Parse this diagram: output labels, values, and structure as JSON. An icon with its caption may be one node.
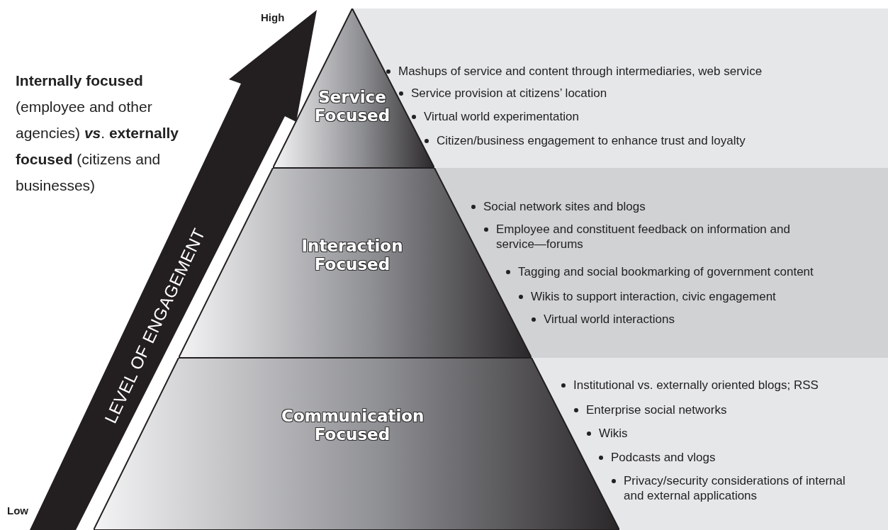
{
  "diagram": {
    "nodes": [
      {
        "text": [
          "Service Focused"
        ]
      },
      {
        "text": [
          "Mashups of service and content through intermediaries, web service",
          "Service provision at citizens’ location",
          "Virtual world experimentation",
          "Citizen/business engagement to enhance trust and loyalty"
        ]
      },
      {
        "text": [
          "Interaction Focused"
        ]
      },
      {
        "text": [
          "Social network sites and blogs",
          "Employee and constituent feedback on information and service—forums",
          "Tagging and social bookmarking of government content",
          "Wikis to support interaction, civic engagement",
          "Virtual world interactions"
        ]
      },
      {
        "text": [
          "Communication Focused"
        ]
      },
      {
        "text": [
          "Institutional vs. externally oriented blogs; RSS",
          "Enterprise social networks",
          "Wikis",
          "Podcasts and vlogs",
          "Privacy/security considerations of internal and external applications"
        ]
      }
    ],
    "edges": [],
    "labels": [
      "High",
      "**Internally focused** (employee and other agencies) *vs*. **externally focused** (citizens and businesses)",
      "LEVEL OF ENGAGEMENT",
      "Low"
    ]
  }
}
